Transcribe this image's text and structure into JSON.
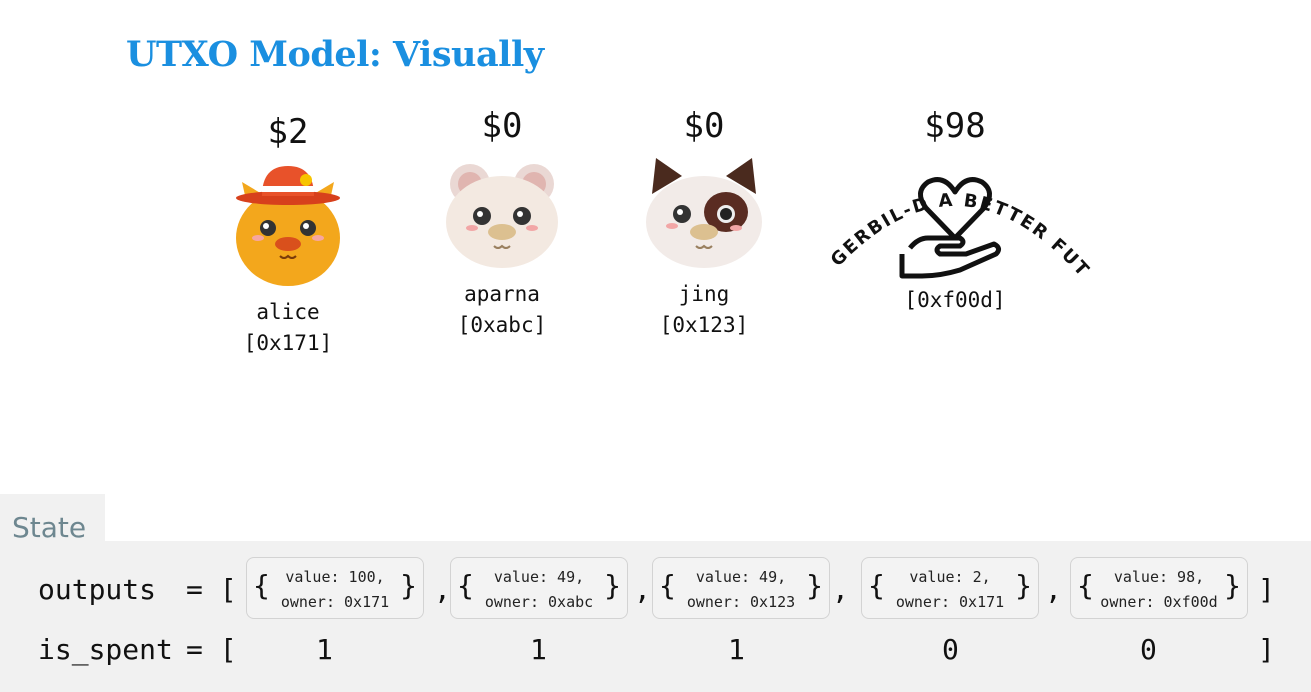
{
  "title": "UTXO Model: Visually",
  "accounts": [
    {
      "amount": "$2",
      "name": "alice",
      "address": "[0x171]",
      "icon": "hamster-with-hat"
    },
    {
      "amount": "$0",
      "name": "aparna",
      "address": "[0xabc]",
      "icon": "white-hamster"
    },
    {
      "amount": "$0",
      "name": "jing",
      "address": "[0x123]",
      "icon": "spotted-hamster"
    },
    {
      "amount": "$98",
      "name": "",
      "address": "[0xf00d]",
      "icon": "charity-heart-hand-logo",
      "logo_text": "GERBIL-D A BETTER FUTURE"
    }
  ],
  "state": {
    "tab_label": "State",
    "outputs_label": "outputs",
    "is_spent_label": "is_spent",
    "assign": "= [",
    "close": "]",
    "comma": ",",
    "outputs": [
      {
        "value": "value: 100,",
        "owner": "owner: 0x171"
      },
      {
        "value": "value: 49,",
        "owner": "owner: 0xabc"
      },
      {
        "value": "value: 49,",
        "owner": "owner: 0x123"
      },
      {
        "value": "value: 2,",
        "owner": "owner: 0x171"
      },
      {
        "value": "value: 98,",
        "owner": "owner: 0xf00d"
      }
    ],
    "is_spent": [
      "1",
      "1",
      "1",
      "0",
      "0"
    ]
  },
  "colors": {
    "title": "#1a8fe0",
    "state_bg": "#f1f1f1",
    "state_label": "#6e8790"
  }
}
